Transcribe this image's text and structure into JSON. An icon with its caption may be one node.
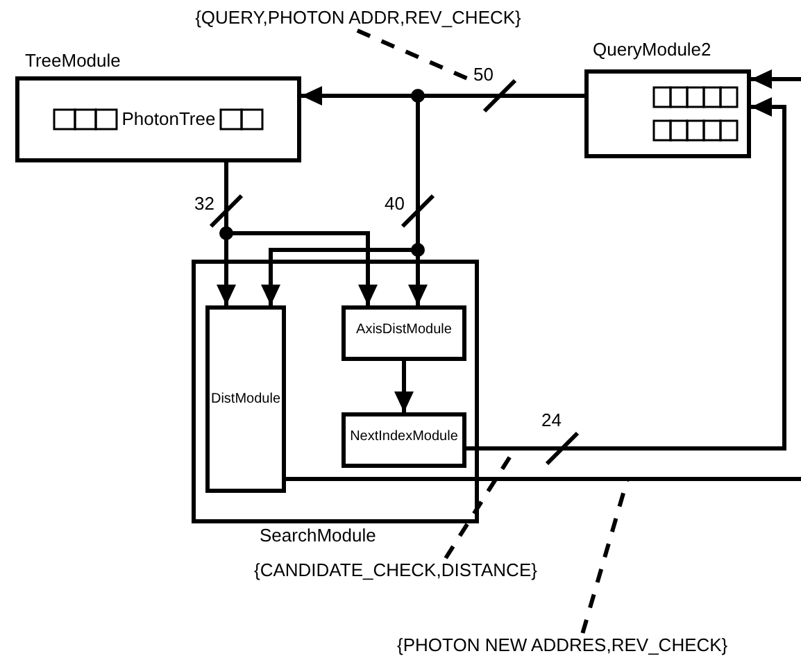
{
  "diagram": {
    "nodes": [
      {
        "text": [
          "TreeModule",
          "PhotonTree"
        ]
      },
      {
        "text": [
          "QueryModule2"
        ]
      },
      {
        "text": [
          "SearchModule"
        ]
      },
      {
        "text": [
          "DistModule"
        ],
        "in": 2
      },
      {
        "text": [
          "AxisDistModule"
        ],
        "in": 2
      },
      {
        "text": [
          "NextIndexModule"
        ],
        "in": 2
      },
      {
        "text": [
          "{QUERY,PHOTON ADDR,REV_CHECK}"
        ]
      },
      {
        "text": [
          "{CANDIDATE_CHECK,DISTANCE}"
        ]
      },
      {
        "text": [
          "{PHOTON NEW ADDRES,REV_CHECK}"
        ]
      }
    ],
    "edges": [
      {
        "from": 1,
        "to": 0,
        "arrow": "to",
        "label": "50"
      },
      {
        "from": 1,
        "to": 4,
        "arrow": "to",
        "label": "40"
      },
      {
        "from": 1,
        "to": 3,
        "arrow": "to"
      },
      {
        "from": 0,
        "to": 3,
        "arrow": "to",
        "label": "32"
      },
      {
        "from": 0,
        "to": 4,
        "arrow": "to"
      },
      {
        "from": 4,
        "to": 5,
        "arrow": "to"
      },
      {
        "from": 5,
        "to": 1,
        "arrow": "to",
        "label": "24"
      },
      {
        "from": 3,
        "to": null,
        "arrow": "none"
      },
      {
        "from": null,
        "to": 1,
        "arrow": "to"
      },
      {
        "from": 6,
        "to": null,
        "arrow": "none",
        "style": "dashed"
      },
      {
        "from": 7,
        "to": null,
        "arrow": "none",
        "style": "dashed"
      },
      {
        "from": 8,
        "to": null,
        "arrow": "none",
        "style": "dashed"
      }
    ]
  }
}
